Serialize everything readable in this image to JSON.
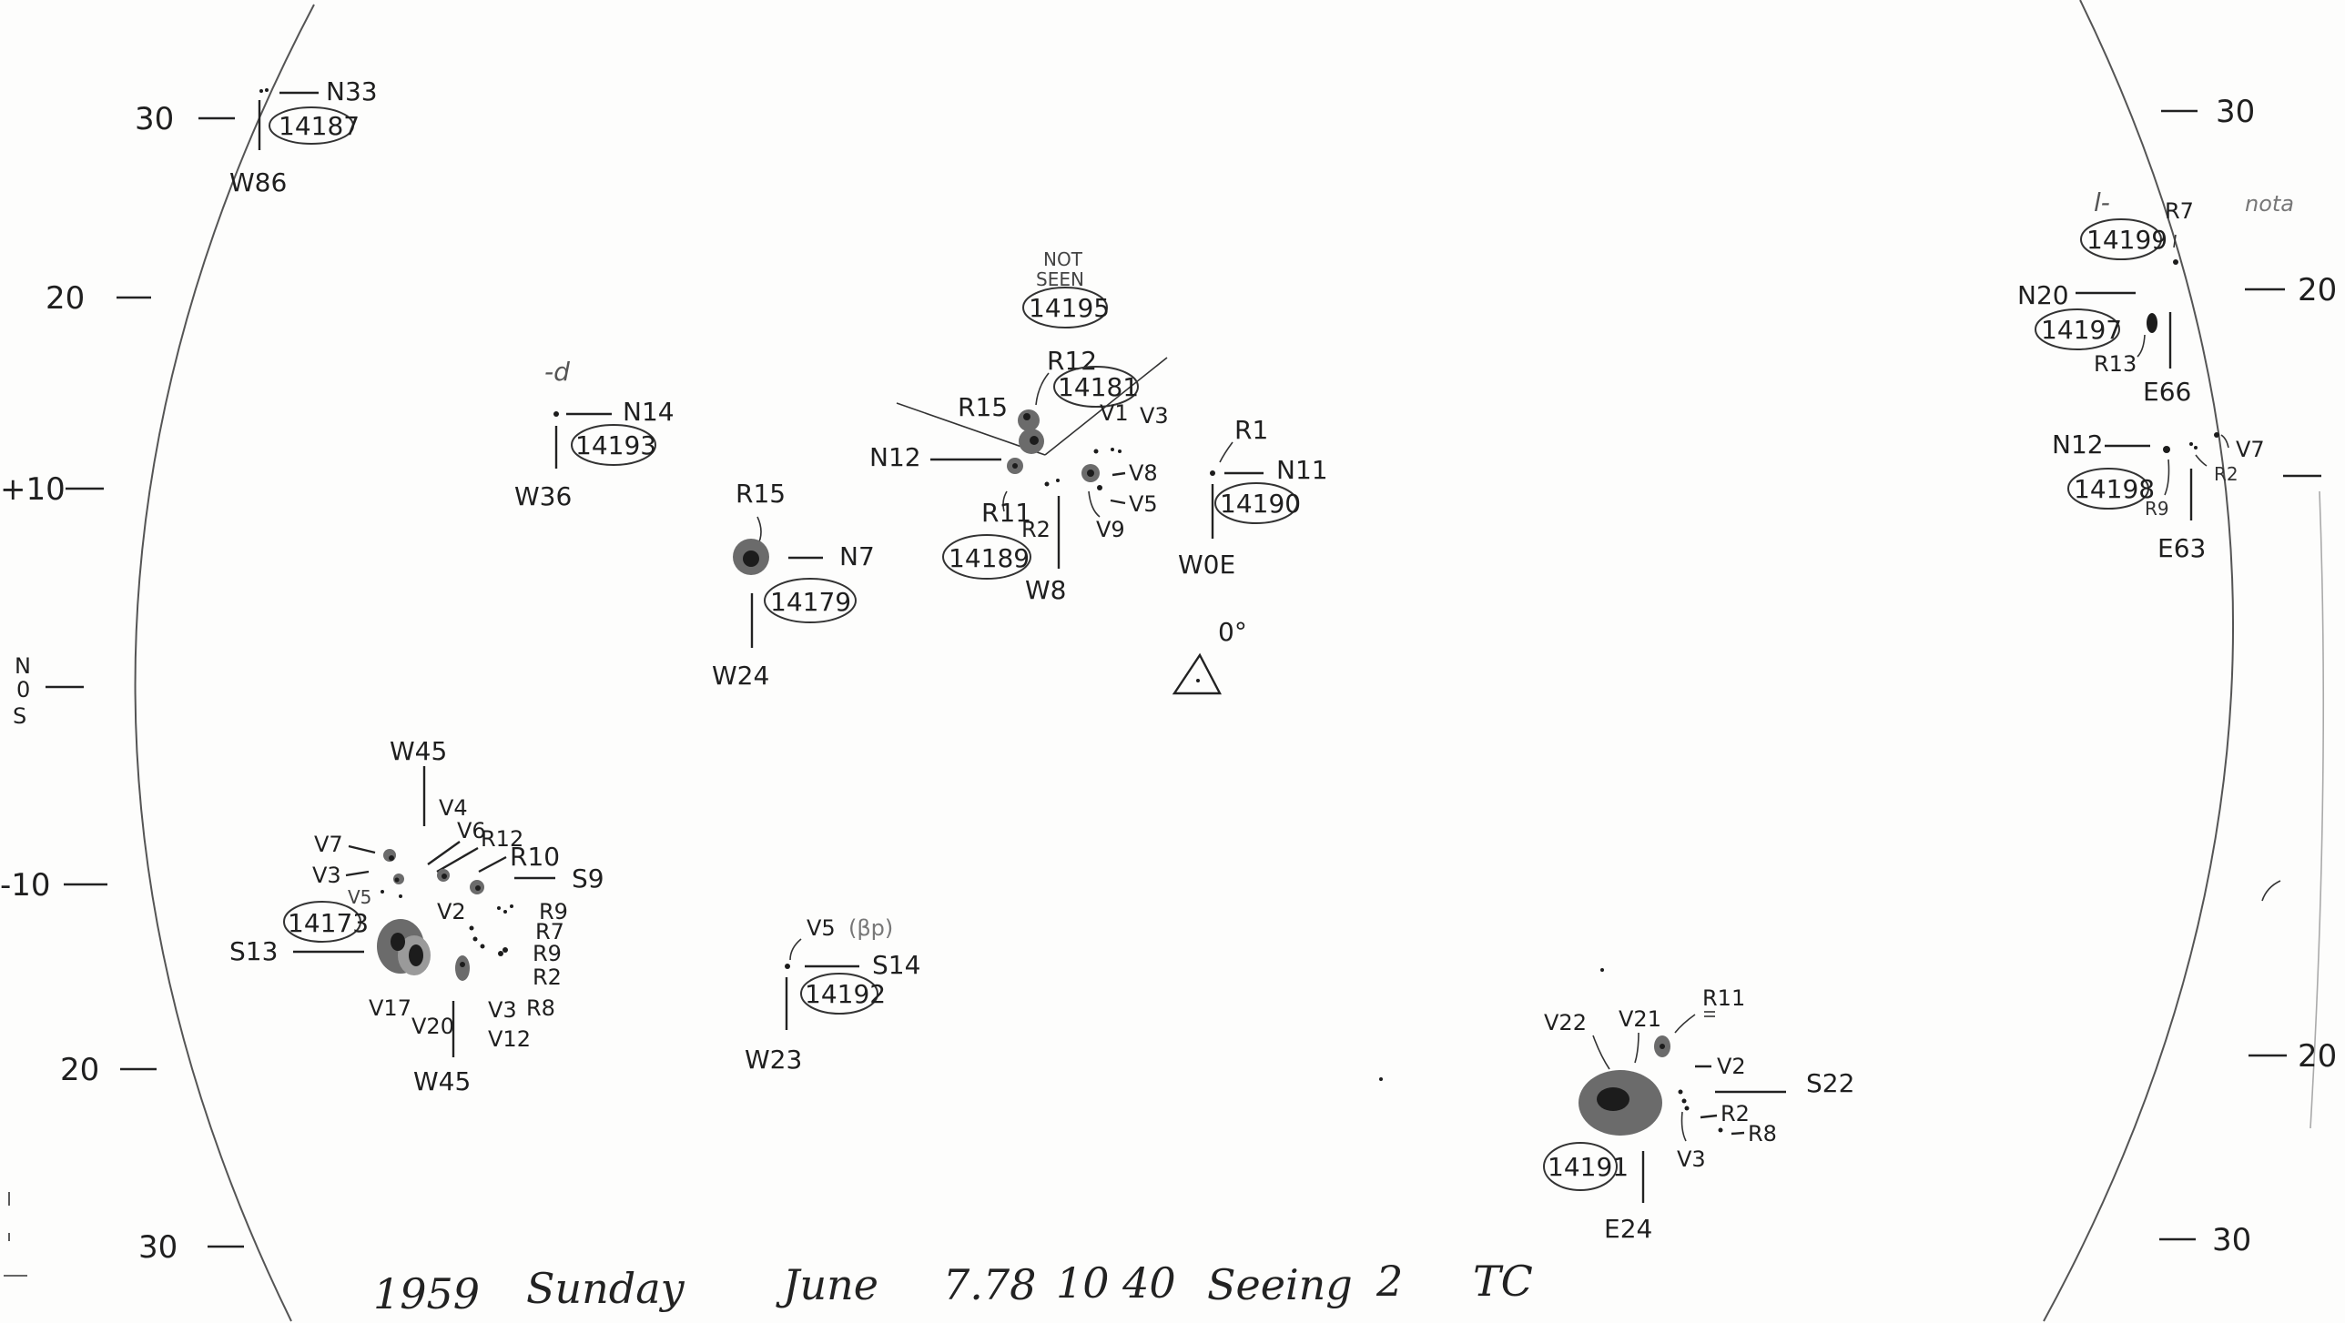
{
  "drawing": {
    "footer": {
      "year": "1959",
      "weekday": "Sunday",
      "month": "June",
      "day": "7.78",
      "time": "10 40",
      "seeing": "Seeing",
      "seeing_value": "2",
      "observer": "TC"
    },
    "scale_left": [
      "30",
      "20",
      "+10",
      "N",
      "0",
      "S",
      "-10",
      "20",
      "30"
    ],
    "scale_right": [
      "30",
      "20",
      "20",
      "30"
    ],
    "center_mark": "0°",
    "center_symbol": "△",
    "regions": [
      {
        "number": "14187",
        "labels": [
          "N33",
          "W86"
        ]
      },
      {
        "number": "14193",
        "labels": [
          "N14",
          "W36",
          "-d"
        ]
      },
      {
        "number": "14179",
        "labels": [
          "R15",
          "N7",
          "W24"
        ]
      },
      {
        "number": "14195",
        "labels": [
          "NOT",
          "SEEN"
        ]
      },
      {
        "number": "14181",
        "labels": [
          "R12",
          "R15"
        ]
      },
      {
        "number": "14189",
        "labels": [
          "N12",
          "R11",
          "R2",
          "W8",
          "V1",
          "V3",
          "V8",
          "V5",
          "V9"
        ]
      },
      {
        "number": "14190",
        "labels": [
          "R1",
          "N11",
          "W0E"
        ]
      },
      {
        "number": "14173",
        "labels": [
          "W45",
          "V7",
          "V3",
          "V5",
          "V4",
          "V6",
          "R12",
          "R10",
          "S9",
          "V2",
          "R9",
          "R7",
          "R9",
          "R2",
          "R8",
          "S13",
          "V17",
          "V20",
          "V3",
          "V12",
          "W45"
        ]
      },
      {
        "number": "14192",
        "labels": [
          "V5",
          "(βp)",
          "S14",
          "W23"
        ]
      },
      {
        "number": "14191",
        "labels": [
          "V22",
          "V21",
          "R11",
          "V2",
          "S22",
          "R2",
          "R8",
          "V3",
          "E24"
        ]
      },
      {
        "number": "14199",
        "labels": [
          "l-",
          "R7",
          "nota"
        ]
      },
      {
        "number": "14197",
        "labels": [
          "N20",
          "R13",
          "E66"
        ]
      },
      {
        "number": "14198",
        "labels": [
          "N12",
          "V7",
          "R2",
          "R9",
          "E63"
        ]
      }
    ]
  }
}
